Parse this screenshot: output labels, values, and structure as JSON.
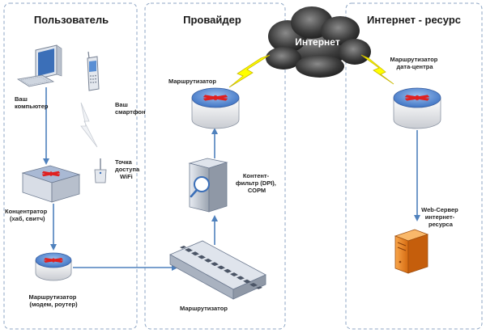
{
  "zones": {
    "user": "Пользователь",
    "provider": "Провайдер",
    "resource": "Интернет - ресурс"
  },
  "cloud": "Интернет",
  "labels": {
    "computer": [
      "Ваш",
      "компьютер"
    ],
    "smartphone": [
      "Ваш",
      "смартфон"
    ],
    "wifi": [
      "Точка",
      "доступа",
      "WiFi"
    ],
    "hub": [
      "Концентратор",
      "(хаб, свитч)"
    ],
    "modem": [
      "Маршрутизатор",
      "(модем, роутер)"
    ],
    "provider_router": "Маршрутизатор",
    "provider_switch": "Маршрутизатор",
    "dpi": [
      "Контент-",
      "фильтр (DPI),",
      "СОРМ"
    ],
    "dc_router": [
      "Маршрутизатор",
      "дата-центра"
    ],
    "webserver": [
      "Web-Сервер",
      "интернет-",
      "ресурса"
    ]
  },
  "colors": {
    "arrow": "#4f81bd",
    "zone_border": "#8ea6c4",
    "lightning": "#ffff00",
    "router_top": "#5b8fd6",
    "router_arrow": "#e02020",
    "server": "#f08a24"
  }
}
